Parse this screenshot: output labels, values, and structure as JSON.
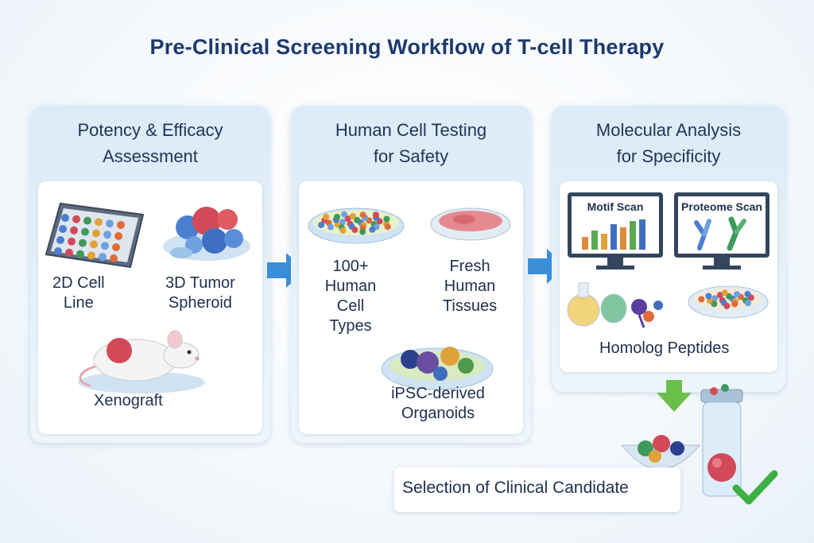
{
  "title": "Pre-Clinical Screening Workflow of T-cell Therapy",
  "panels": [
    {
      "title_line1": "Potency & Efficacy",
      "title_line2": "Assessment",
      "items": [
        {
          "line1": "2D Cell",
          "line2": "Line"
        },
        {
          "line1": "3D Tumor",
          "line2": "Spheroid"
        },
        {
          "line1": "Xenograft"
        }
      ]
    },
    {
      "title_line1": "Human Cell Testing",
      "title_line2": "for Safety",
      "items": [
        {
          "line1": "100+",
          "line2": "Human",
          "line3": "Cell",
          "line4": "Types"
        },
        {
          "line1": "Fresh",
          "line2": "Human",
          "line3": "Tissues"
        },
        {
          "line1": "iPSC-derived",
          "line2": "Organoids"
        }
      ]
    },
    {
      "title_line1": "Molecular Analysis",
      "title_line2": "for Specificity",
      "monitors": [
        "Motif Scan",
        "Proteome Scan"
      ],
      "items": [
        {
          "line1": "Homolog Peptides"
        }
      ]
    }
  ],
  "final": {
    "label": "Selection of Clinical Candidate"
  },
  "colors": {
    "title": "#1c3a6e",
    "arrow": "#3a8fd8",
    "check": "#3cb043"
  }
}
